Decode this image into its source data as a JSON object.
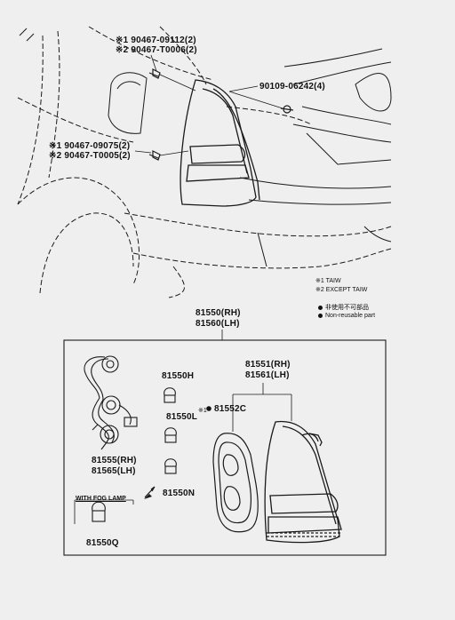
{
  "callouts": {
    "upper_screw_a": "※1 90467-09112(2)",
    "upper_screw_b": "※2 90467-T0006(2)",
    "right_screw": "90109-06242(4)",
    "lower_screw_a": "※1 90467-09075(2)",
    "lower_screw_b": "※2 90467-T0005(2)"
  },
  "legend": {
    "note1": "※1 TAIW",
    "note2": "※2 EXCEPT TAIW",
    "bullet1": "非使用不可部品",
    "bullet2": "Non-reusable part"
  },
  "assembly": {
    "rh": "81550(RH)",
    "lh": "81560(LH)"
  },
  "parts": {
    "bulb_h": "81550H",
    "bulb_l": "81550L",
    "bulb_n": "81550N",
    "socket_rh": "81555(RH)",
    "socket_lh": "81565(LH)",
    "fog_note": "WITH FOG LAMP",
    "fog_bulb": "81550Q",
    "lens_rh": "81551(RH)",
    "lens_lh": "81561(LH)",
    "gasket": "81552C",
    "gasket_prefix": "※1"
  }
}
